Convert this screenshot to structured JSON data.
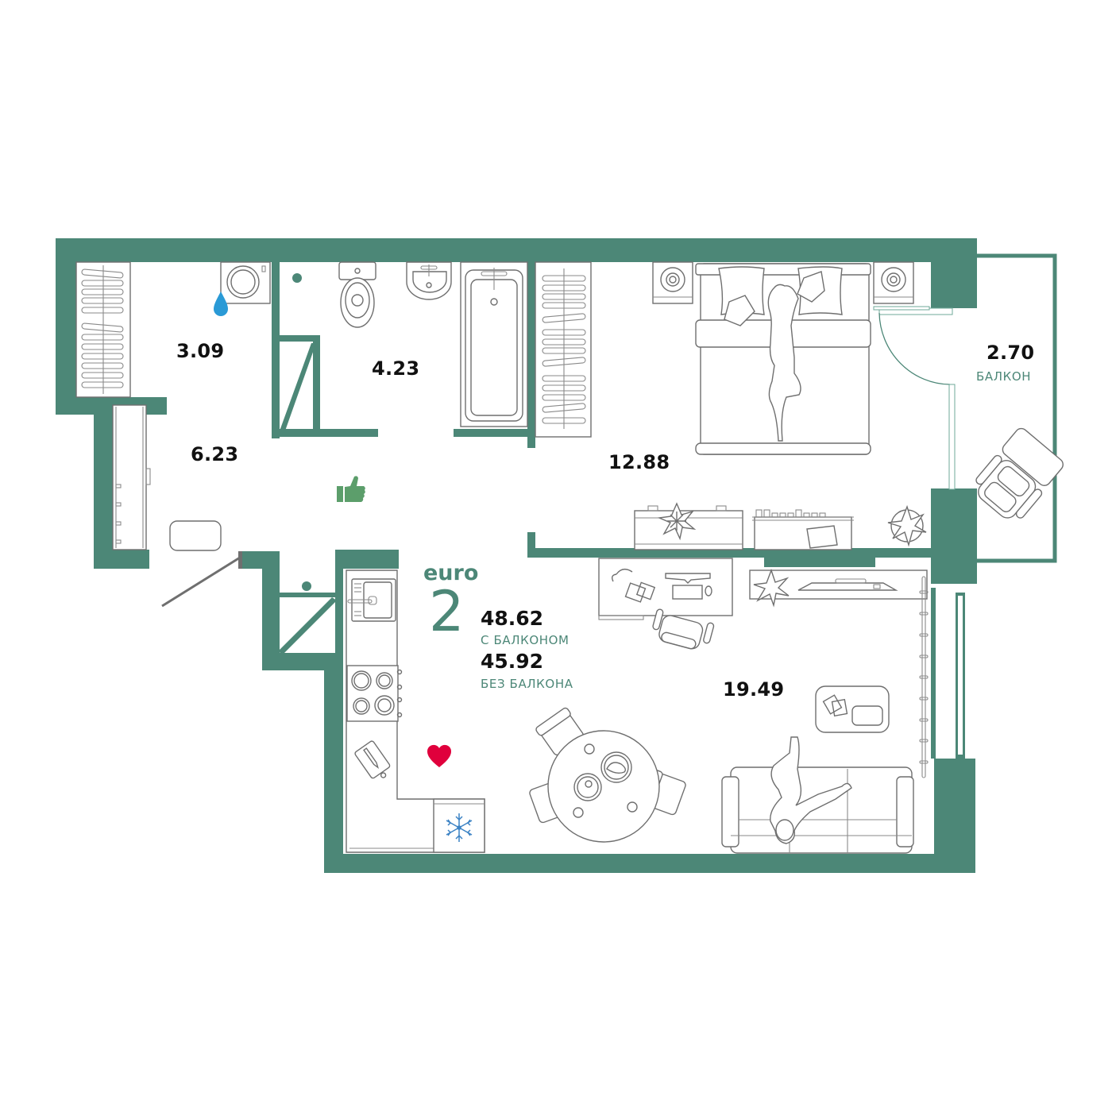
{
  "plan": {
    "type_label": "euro",
    "rooms_count": "2",
    "area_with_balcony": "48.62",
    "area_with_balcony_label": "С БАЛКОНОМ",
    "area_without_balcony": "45.92",
    "area_without_balcony_label": "БЕЗ БАЛКОНА"
  },
  "rooms": [
    {
      "id": "wardrobe",
      "area": "3.09"
    },
    {
      "id": "bathroom",
      "area": "4.23"
    },
    {
      "id": "hallway",
      "area": "6.23"
    },
    {
      "id": "bedroom",
      "area": "12.88"
    },
    {
      "id": "balcony",
      "area": "2.70",
      "label": "БАЛКОН"
    },
    {
      "id": "kitchen-living",
      "area": "19.49"
    }
  ],
  "icons": {
    "water": "water-drop-icon",
    "like": "thumbs-up-icon",
    "favorite": "heart-icon",
    "fridge": "snowflake-icon"
  },
  "colors": {
    "wall": "#4c8777",
    "water": "#2a9ad6",
    "like": "#5c9e6b",
    "heart": "#e0003c",
    "snow": "#3b82c4",
    "furniture": "#6f6f6f"
  }
}
